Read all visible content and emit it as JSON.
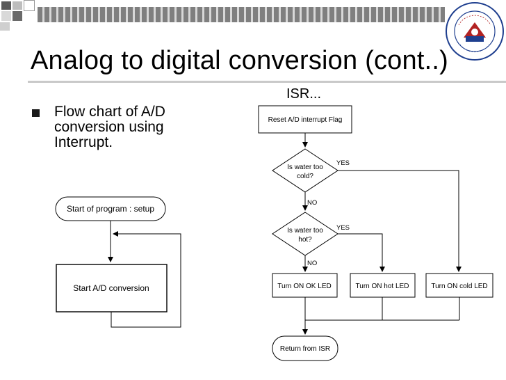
{
  "slide": {
    "title": "Analog to digital conversion (cont..)",
    "bullet": "Flow chart of A/D\nconversion using\nInterrupt."
  },
  "left_flow": {
    "start": "Start of program  : setup",
    "process": "Start A/D conversion"
  },
  "isr_flow": {
    "heading": "ISR...",
    "reset": "Reset A/D interrupt Flag",
    "decision1": [
      "Is water too",
      "cold?"
    ],
    "decision2": [
      "Is water too",
      "hot?"
    ],
    "yes_label": "YES",
    "no_label": "NO",
    "ok_led": "Turn ON OK LED",
    "hot_led": "Turn ON hot LED",
    "cold_led": "Turn ON cold LED",
    "return": "Return from ISR"
  },
  "colors": {
    "header_dark": "#4a4a4a",
    "header_mid": "#8a8a8a",
    "header_light": "#cfcfcf",
    "logo_blue": "#1f3f8f",
    "logo_red": "#b22222"
  },
  "icons": [
    "bullet-square-icon",
    "university-logo-icon"
  ]
}
